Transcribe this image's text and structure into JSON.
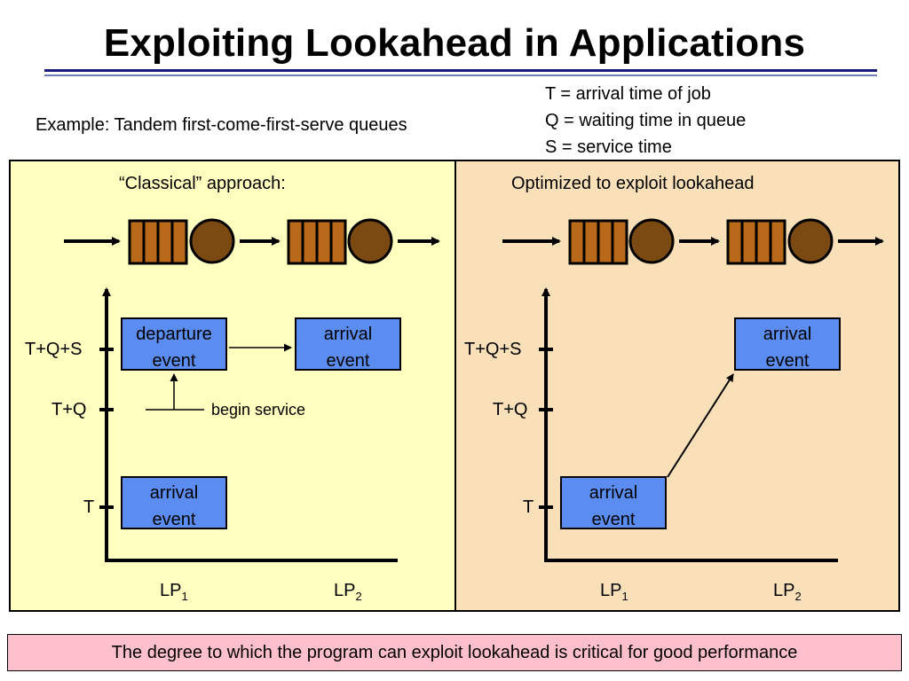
{
  "title": "Exploiting Lookahead in Applications",
  "subtitle": "Example: Tandem first-come-first-serve queues",
  "legend": [
    "T = arrival time of job",
    "Q = waiting time in queue",
    "S = service time"
  ],
  "left_panel": {
    "heading": "“Classical” approach:",
    "ticks": [
      "T+Q+S",
      "T+Q",
      "T"
    ],
    "departure_event": [
      "departure",
      "event"
    ],
    "arrival_event_lp2": [
      "arrival",
      "event"
    ],
    "arrival_event_lp1": [
      "arrival",
      "event"
    ],
    "begin_service": "begin service",
    "lp1": "LP",
    "lp1_sub": "1",
    "lp2": "LP",
    "lp2_sub": "2"
  },
  "right_panel": {
    "heading": "Optimized to exploit lookahead",
    "ticks": [
      "T+Q+S",
      "T+Q",
      "T"
    ],
    "arrival_event_lp2": [
      "arrival",
      "event"
    ],
    "arrival_event_lp1": [
      "arrival",
      "event"
    ],
    "lp1": "LP",
    "lp1_sub": "1",
    "lp2": "LP",
    "lp2_sub": "2"
  },
  "footer": "The degree to which the program can exploit lookahead is critical for good performance",
  "colors": {
    "left_panel_bg": "#ffffc0",
    "right_panel_bg": "#fae0b9",
    "event_box": "#5b8cf0",
    "queue_slot": "#b8691a",
    "server": "#7a4a12",
    "footer_bg": "#ffc0cb",
    "title_rule": "#1a1a7a"
  }
}
